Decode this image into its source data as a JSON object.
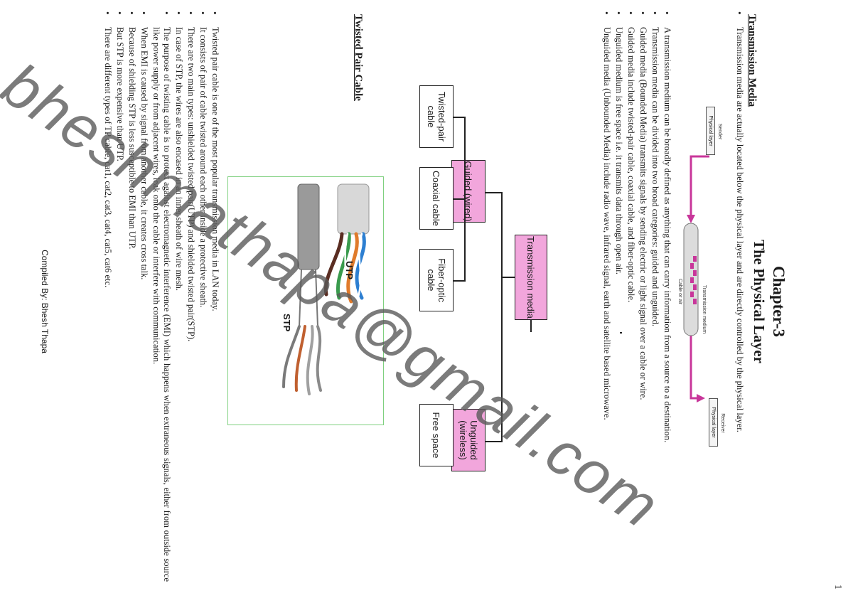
{
  "page_number": "1",
  "chapter": "Chapter-3",
  "subtitle": "The Physical Layer",
  "section1": {
    "heading": "Transmission Media",
    "intro": "Transmission media are actually located below the physical layer and are directly controlled by the physical layer.",
    "bullets": [
      "A transmission medium can be broadly defined as anything that can carry information from a source to a destination.",
      "Transmission media can be divided into two broad categories: guided and unguided.",
      "Guided media (Bounded Media) transmits signals by sending electric or light signal over a cable or wire.",
      "Guided media include twisted-pair cable, coaxial cable, and fiber-optic cable.",
      "Unguided medium is free space i.e. it transmits data through open air.",
      "Unguided media (Unbounded Media) include radio wave, infrared signal, earth and satellite based microwave."
    ]
  },
  "sr_diagram": {
    "sender": "Sender",
    "sender_layer": "Physical layer",
    "medium": "Transmission medium",
    "cable": "Cable or air",
    "receiver": "Receiver",
    "receiver_layer": "Physical layer"
  },
  "tree": {
    "root": "Transmission media",
    "guided": "Guided (wired)",
    "unguided": "Unguided (wireless)",
    "twisted": "Twisted-pair cable",
    "coaxial": "Coaxial cable",
    "fiber": "Fiber-optic cable",
    "free": "Free space"
  },
  "section2": {
    "heading": "Twisted Pair Cable",
    "image_labels": {
      "utp": "UTP",
      "stp": "STP"
    },
    "bullets": [
      "Twisted pair cable is one of the most popular transmission media in LAN today.",
      "It consists of pair of cable twisted around each other inside a protective sheath.",
      "There are two main types: unshielded twisted pair(UTP) and shielded twisted pair(STP).",
      "In case of STP, the wires are also encased in an inner sheath of wire mesh.",
      "The purpose of twisting cable is to protect against electromagnetic interference (EMI) which happens when extraneous signals, either from outside source like power supply or from adjacent wires, leak onto the cable or interfere with communication.",
      "When EMI is caused by signal from another cable, it creates cross talk.",
      "Because of shielding STP is less susceptible to EMI than UTP.",
      "But STP is more expensive than UTP.",
      "There are different types of TP cable, cat1, cat2, cat3, cat4, cat5, cat6 etc."
    ]
  },
  "footer": "Compiled By: Bhesh Thapa",
  "watermark": "bheshmathapa@gmail.com",
  "colors": {
    "node_pink": "#f2a6dc",
    "arrow": "#c8369a",
    "frame": "#7fd07f"
  }
}
